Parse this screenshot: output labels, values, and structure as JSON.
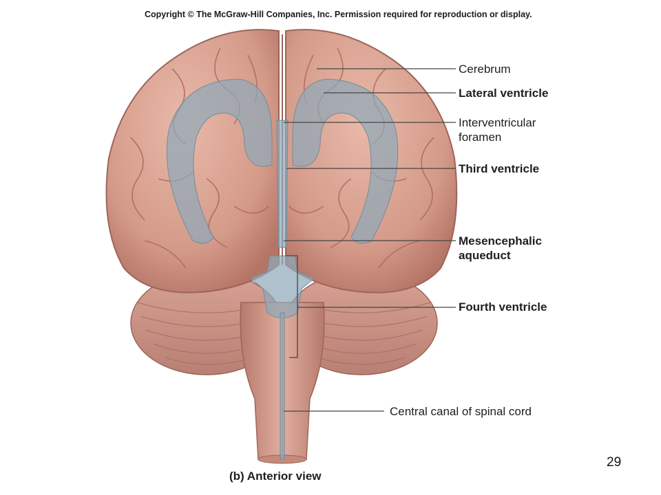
{
  "copyright": "Copyright © The McGraw-Hill Companies, Inc. Permission required for reproduction or display.",
  "labels": {
    "cerebrum": "Cerebrum",
    "lateral_ventricle": "Lateral ventricle",
    "interventricular_line1": "Interventricular",
    "interventricular_line2": "foramen",
    "third_ventricle": "Third ventricle",
    "mesencephalic_line1": "Mesencephalic",
    "mesencephalic_line2": "aqueduct",
    "fourth_ventricle": "Fourth ventricle",
    "central_canal": "Central canal of spinal cord"
  },
  "caption": "(b) Anterior view",
  "page_number": "29",
  "colors": {
    "brain_tissue": "#d9a393",
    "brain_shadow": "#b9786b",
    "ventricle": "#8fa9b8",
    "leader_line": "#444444"
  }
}
